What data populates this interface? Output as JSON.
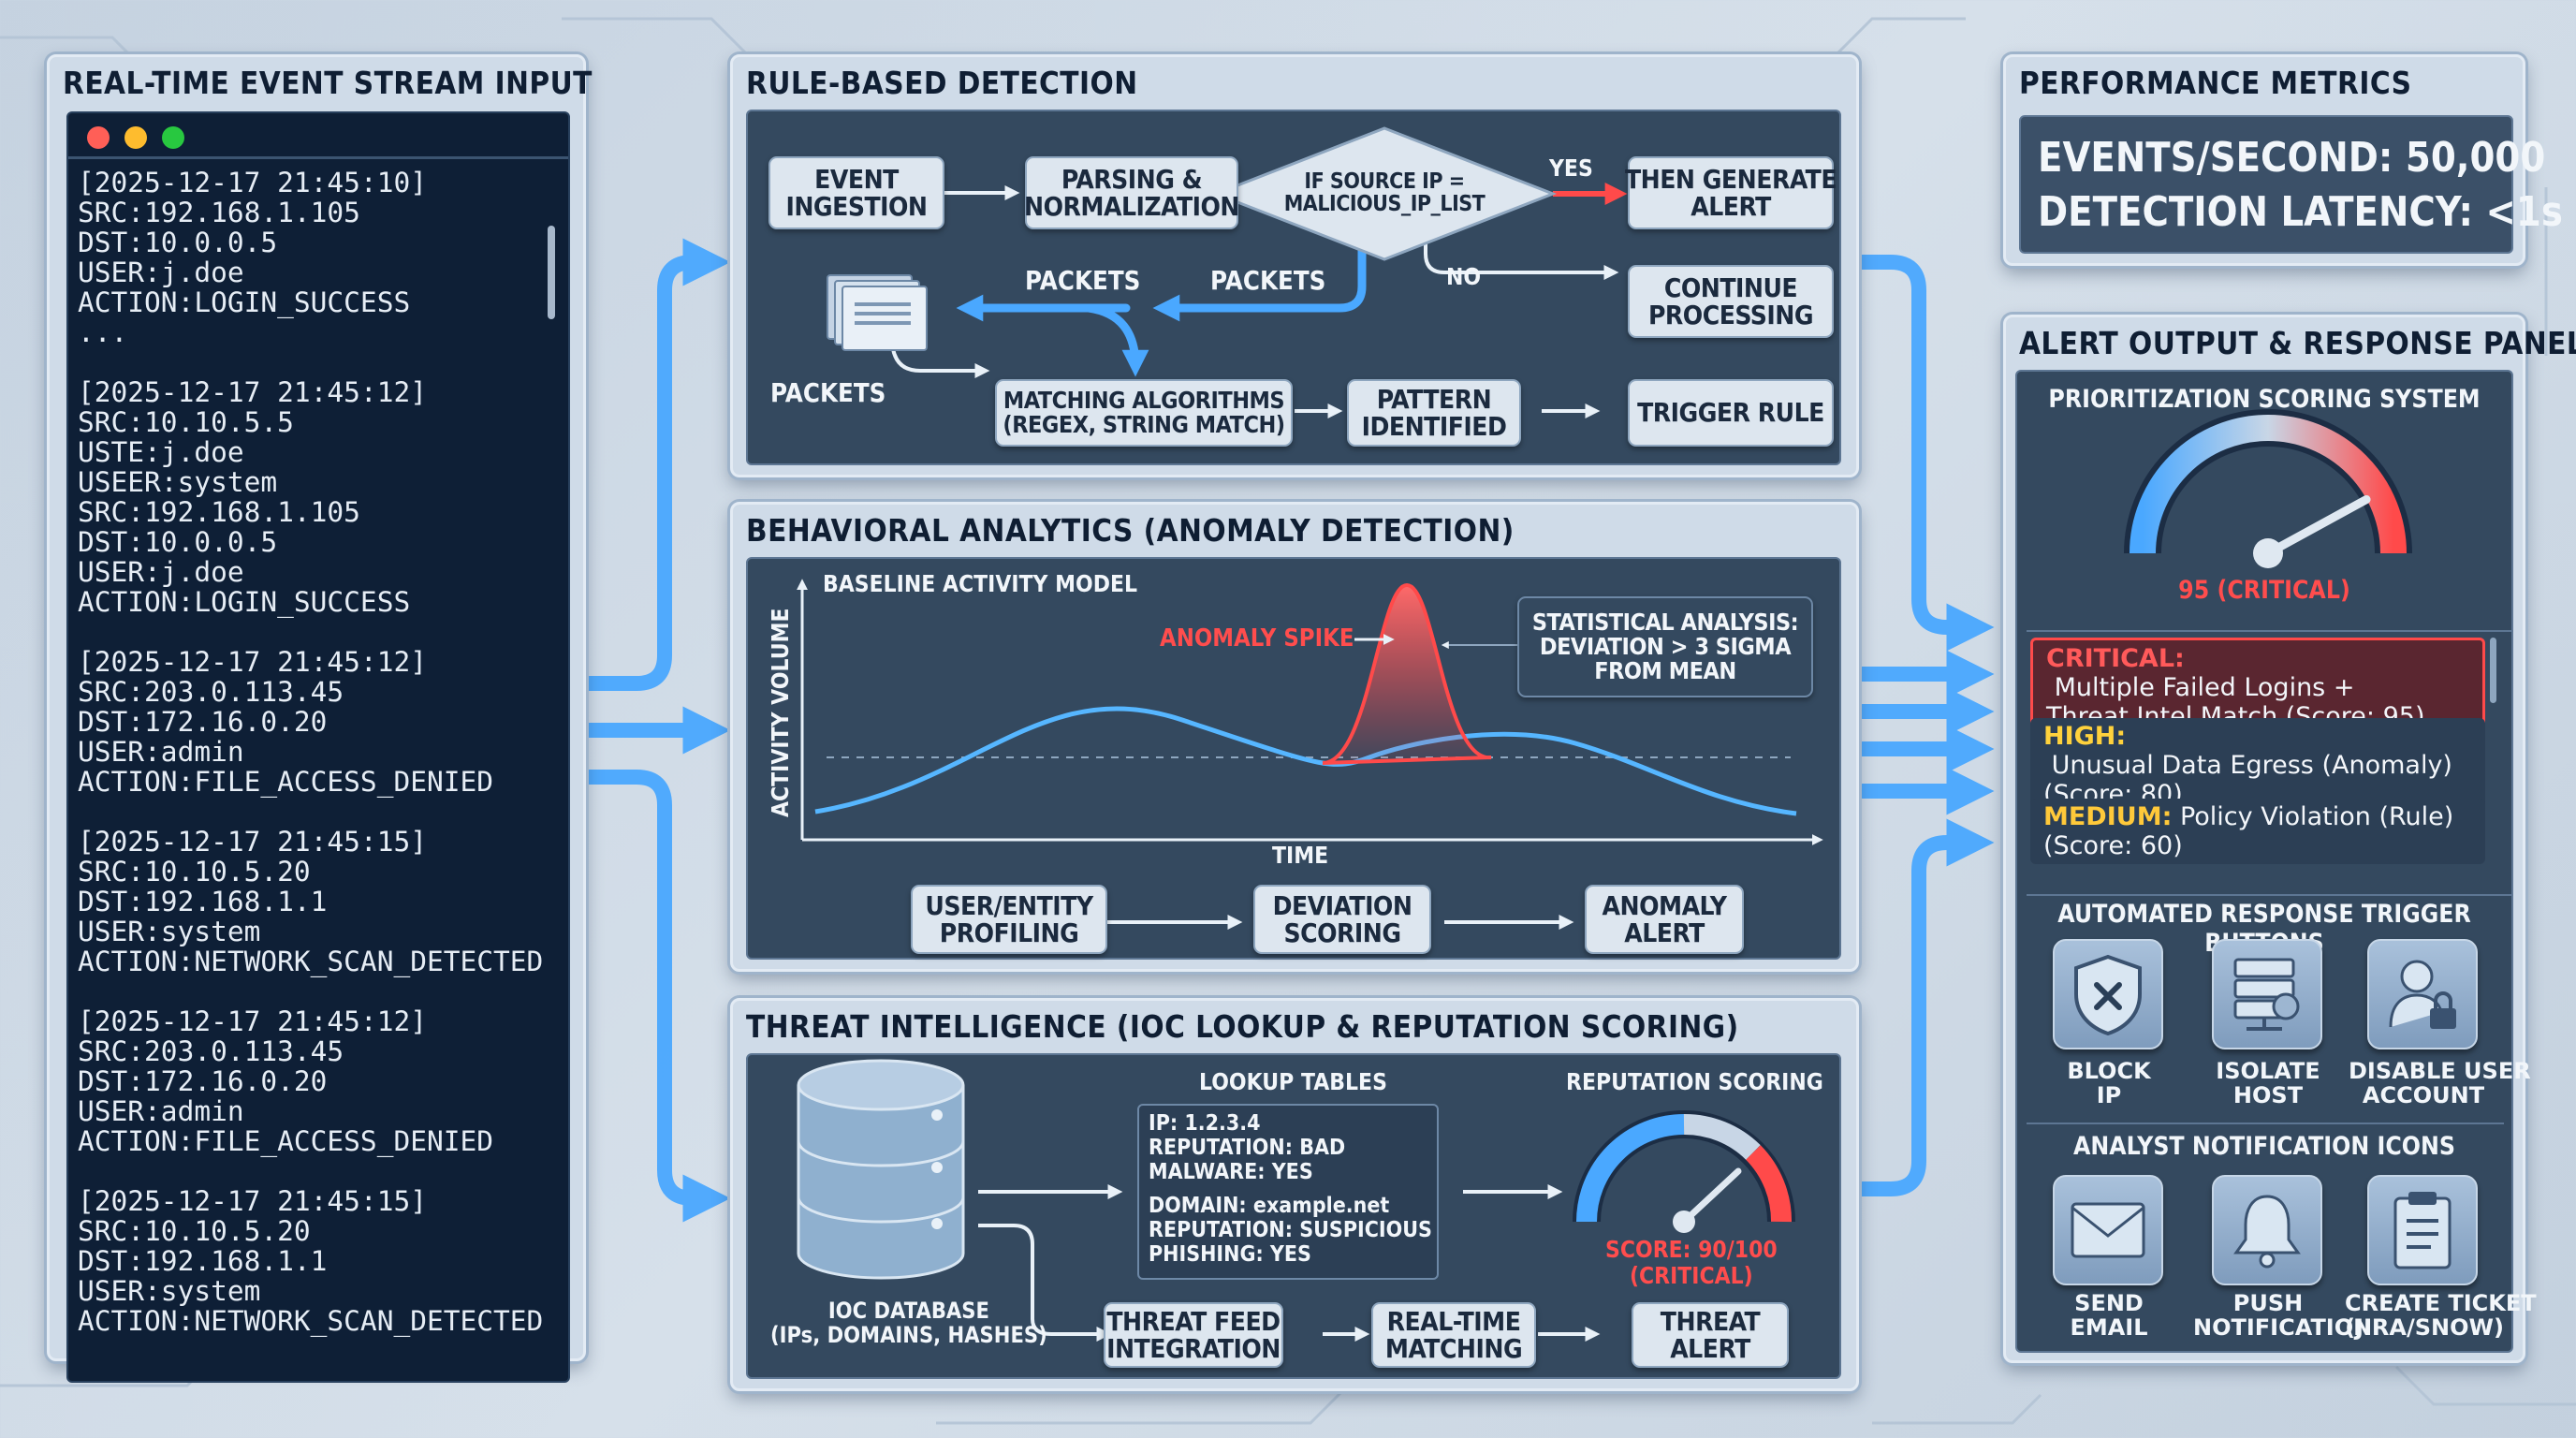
{
  "stream": {
    "title": "REAL-TIME EVENT STREAM INPUT",
    "log": "[2025-12-17 21:45:10]\nSRC:192.168.1.105\nDST:10.0.0.5\nUSER:j.doe\nACTION:LOGIN_SUCCESS\n...\n\n[2025-12-17 21:45:12]\nSRC:10.10.5.5\nUSTE:j.doe\nUSEER:system\nSRC:192.168.1.105\nDST:10.0.0.5\nUSER:j.doe\nACTION:LOGIN_SUCCESS\n\n[2025-12-17 21:45:12]\nSRC:203.0.113.45\nDST:172.16.0.20\nUSER:admin\nACTION:FILE_ACCESS_DENIED\n\n[2025-12-17 21:45:15]\nSRC:10.10.5.20\nDST:192.168.1.1\nUSER:system\nACTION:NETWORK_SCAN_DETECTED\n\n[2025-12-17 21:45:12]\nSRC:203.0.113.45\nDST:172.16.0.20\nUSER:admin\nACTION:FILE_ACCESS_DENIED\n\n[2025-12-17 21:45:15]\nSRC:10.10.5.20\nDST:192.168.1.1\nUSER:system\nACTION:NETWORK_SCAN_DETECTED"
  },
  "rule": {
    "title": "RULE-BASED DETECTION",
    "event_ingestion": "EVENT\nINGESTION",
    "parsing": "PARSING &\nNORMALIZATION",
    "decision": "IF SOURCE IP =\nMALICIOUS_IP_LIST",
    "yes": "YES",
    "no": "NO",
    "generate_alert": "THEN GENERATE\nALERT",
    "continue": "CONTINUE\nPROCESSING",
    "packets": "PACKETS",
    "matching": "MATCHING ALGORITHMS\n(REGEX, STRING MATCH)",
    "pattern": "PATTERN\nIDENTIFIED",
    "trigger_rule": "TRIGGER RULE"
  },
  "behavior": {
    "title": "BEHAVIORAL ANALYTICS (ANOMALY DETECTION)",
    "baseline": "BASELINE ACTIVITY MODEL",
    "ylabel": "ACTIVITY VOLUME",
    "xlabel": "TIME",
    "spike": "ANOMALY SPIKE",
    "stat": "STATISTICAL ANALYSIS:\nDEVIATION > 3 SIGMA\nFROM MEAN",
    "profiling": "USER/ENTITY\nPROFILING",
    "deviation": "DEVIATION\nSCORING",
    "anomaly_alert": "ANOMALY\nALERT"
  },
  "threat": {
    "title": "THREAT INTELLIGENCE (IOC LOOKUP & REPUTATION SCORING)",
    "db_label": "IOC DATABASE\n(IPs, DOMAINS, HASHES)",
    "lookup_title": "LOOKUP TABLES",
    "lookup_1": "IP: 1.2.3.4\nREPUTATION: BAD\nMALWARE: YES",
    "lookup_2": "DOMAIN: example.net\nREPUTATION: SUSPICIOUS\nPHISHING: YES",
    "rep_title": "REPUTATION SCORING",
    "score": "SCORE: 90/100\n(CRITICAL)",
    "feed": "THREAT FEED\nINTEGRATION",
    "realtime": "REAL-TIME\nMATCHING",
    "threat_alert": "THREAT\nALERT"
  },
  "metrics": {
    "title": "PERFORMANCE METRICS",
    "eps": "EVENTS/SECOND: 50,000",
    "latency": "DETECTION LATENCY: <1s"
  },
  "alerts": {
    "title": "ALERT OUTPUT & RESPONSE PANEL",
    "scoring_title": "PRIORITIZATION SCORING SYSTEM (1-100)",
    "gauge_value": 95,
    "gauge_label": "95 (CRITICAL)",
    "items": [
      {
        "level": "CRITICAL:",
        "text": " Multiple Failed Logins +\nThreat Intel Match (Score: 95)"
      },
      {
        "level": "HIGH:",
        "text": " Unusual Data Egress (Anomaly)\n(Score: 80)"
      },
      {
        "level": "MEDIUM:",
        "text": " Policy Violation (Rule)\n(Score: 60)"
      }
    ],
    "triggers_title": "AUTOMATED RESPONSE TRIGGER BUTTONS",
    "block_ip": "BLOCK\nIP",
    "isolate_host": "ISOLATE\nHOST",
    "disable_user": "DISABLE USER\nACCOUNT",
    "notify_title": "ANALYST NOTIFICATION ICONS",
    "send_email": "SEND\nEMAIL",
    "push": "PUSH\nNOTIFICATION",
    "ticket": "CREATE TICKET\n(JIRA/SNOW)"
  },
  "colors": {
    "critical": "#ff5a5a",
    "high": "#ffd23c",
    "medium": "#ffc93a",
    "accent": "#3d9ff5"
  }
}
